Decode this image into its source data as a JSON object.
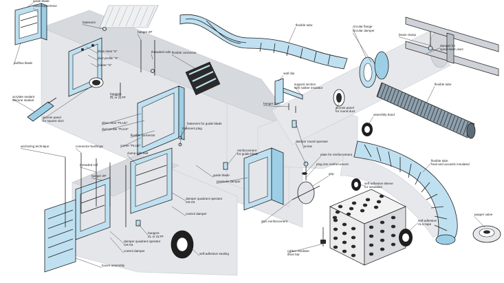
{
  "labels": {
    "guide_blade": "guide blade",
    "noise_suppressor": "noise suppressor",
    "outflow_blade": "outflow blade",
    "fasteners": "fasteners",
    "drive_cleat_s": "drive cleat \"S\"",
    "duct_profile_s": "duct profile \"S\"",
    "corner_s": "corner \"S\"",
    "hanger_zp_top": "hanger ZP",
    "threaded_rods": "threaded rods",
    "flexible_connector_top": "flexible connector",
    "flexible_tube_top": "flexible tube",
    "circular_flange": "circular flange",
    "circular_damper": "circular damper",
    "beam_clamp": "beam clamp",
    "damper_for_spiral": "damper for\nspiral-seam duct",
    "flexible_tube_right": "flexible tube",
    "sealant": "acrylate sealant\nsilicone sealant",
    "access_panel_square": "access panel\nfor square duct",
    "hangers_zl": "hangers\nZL or ZLTP",
    "drive_cleat_plus": "drive cleat \"PLUS\"",
    "duct_profile_plus": "duct profile \"PLUS\"",
    "flexible_connector_mid": "flexible connector",
    "corner_plus": "corner \"PLUS\"",
    "wall_clip": "wall clip",
    "support_section": "support section\nwith rubber insulator",
    "hanger_zv": "hanger ZV",
    "access_panel_round": "access panel\nfor round duct",
    "assembly_band": "assembly band",
    "fasteners_guide": "fasteners for guide blade",
    "fasteners_plug": "fasteners plug",
    "reinforcement_guide": "reinforcement\nfor guide blade",
    "damper_round_operator": "damper round operator",
    "screw": "screw",
    "plate_reinforcement": "plate for reinforcement",
    "plug_reinforcement": "plug into reinforcement",
    "anchoring_technique": "anchoring technique",
    "connector_bushings": "connector bushings",
    "clamp_with_bolt": "clamp with bolt",
    "threaded_rod": "threaded rod",
    "hanger_zp_left": "hanger ZP",
    "guide_blade_mid": "guide blade",
    "pressure_damper": "pressure damper",
    "damper_quadrant_op1": "damper quadrant operator\nOK-03",
    "control_damper": "control damper",
    "grip": "grip",
    "selfadhesive_sleeve": "self-adhesive sleeve\nfor insulation",
    "flexible_tube_insulated": "flexible tube\nheat and acoustic insulated",
    "hangers_zl_2": "hangers\nZL or ZLTP",
    "duct_reinforcement": "duct reinforcement",
    "damper_quadrant_op2": "damper quadrant operator\nOK-03",
    "control_damper_2": "control damper",
    "selfadhesive_sealing": "self-adhesive sealing",
    "louvre_assembly": "louvre assembly",
    "rubber_insulator": "rubber insulator\ndrive bar",
    "selfadhesive_alu": "self-adhesive\nALU tape",
    "pepper_valve": "pepper valve"
  },
  "colors": {
    "accent_blue": "#bfe0f0",
    "accent_blue_dark": "#9ccfe6",
    "duct_gray": "#e4e6ea",
    "ink": "#1b1b1b"
  }
}
